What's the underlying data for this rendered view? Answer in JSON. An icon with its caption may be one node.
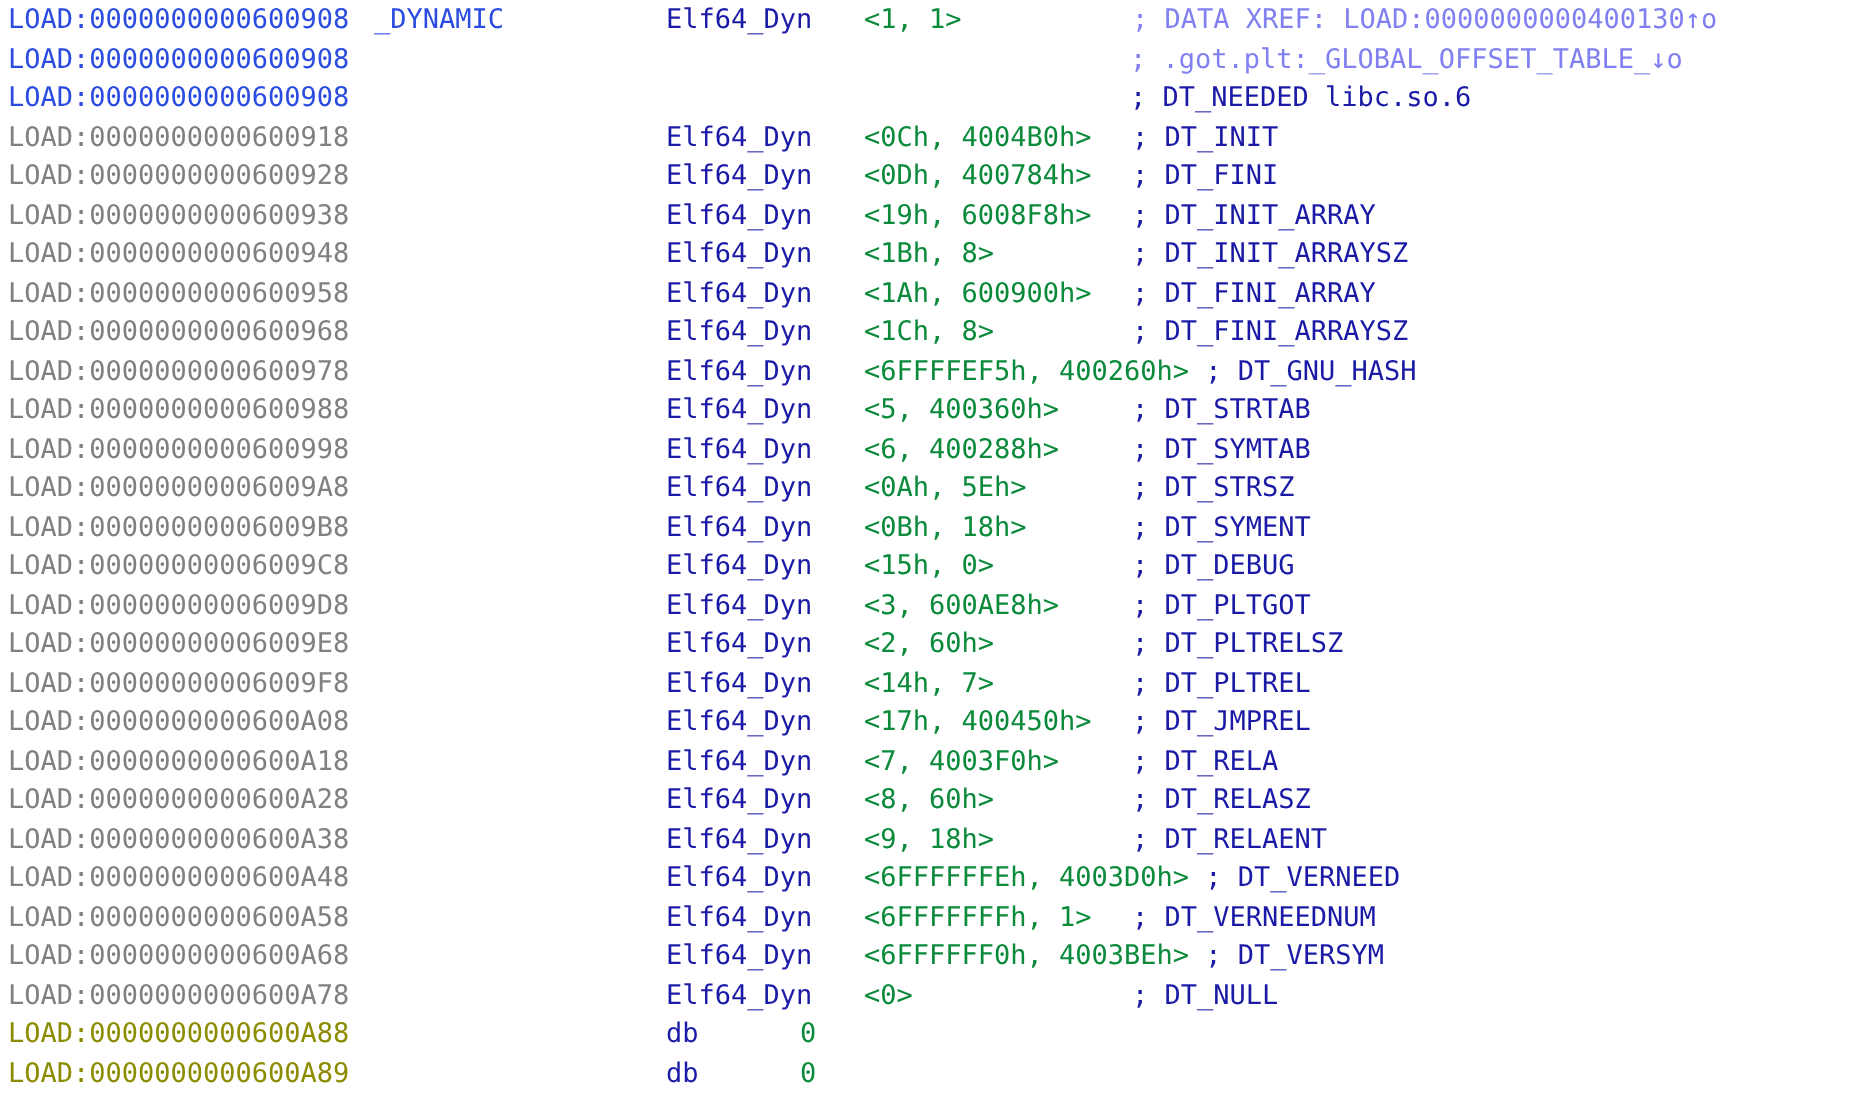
{
  "diagram": {
    "labels": [
      "LOAD:0000000000600908",
      "_DYNAMIC",
      "Elf64_Dyn",
      "<1, 1>",
      "; DATA XREF: LOAD:0000000000400130↑o",
      "LOAD:0000000000600908",
      "; .got.plt:_GLOBAL_OFFSET_TABLE_↓o",
      "LOAD:0000000000600908",
      "; DT_NEEDED libc.so.6",
      "LOAD:0000000000600918",
      "Elf64_Dyn",
      "<0Ch, 4004B0h>",
      "; DT_INIT",
      "LOAD:0000000000600928",
      "Elf64_Dyn",
      "<0Dh, 400784h>",
      "; DT_FINI",
      "LOAD:0000000000600938",
      "Elf64_Dyn",
      "<19h, 6008F8h>",
      "; DT_INIT_ARRAY",
      "LOAD:0000000000600948",
      "Elf64_Dyn",
      "<1Bh, 8>",
      "; DT_INIT_ARRAYSZ",
      "LOAD:0000000000600958",
      "Elf64_Dyn",
      "<1Ah, 600900h>",
      "; DT_FINI_ARRAY",
      "LOAD:0000000000600968",
      "Elf64_Dyn",
      "<1Ch, 8>",
      "; DT_FINI_ARRAYSZ",
      "LOAD:0000000000600978",
      "Elf64_Dyn",
      "<6FFFFEF5h, 400260h>",
      "; DT_GNU_HASH",
      "LOAD:0000000000600988",
      "Elf64_Dyn",
      "<5, 400360h>",
      "; DT_STRTAB",
      "LOAD:0000000000600998",
      "Elf64_Dyn",
      "<6, 400288h>",
      "; DT_SYMTAB",
      "LOAD:00000000006009A8",
      "Elf64_Dyn",
      "<0Ah, 5Eh>",
      "; DT_STRSZ",
      "LOAD:00000000006009B8",
      "Elf64_Dyn",
      "<0Bh, 18h>",
      "; DT_SYMENT",
      "LOAD:00000000006009C8",
      "Elf64_Dyn",
      "<15h, 0>",
      "; DT_DEBUG",
      "LOAD:00000000006009D8",
      "Elf64_Dyn",
      "<3, 600AE8h>",
      "; DT_PLTGOT",
      "LOAD:00000000006009E8",
      "Elf64_Dyn",
      "<2, 60h>",
      "; DT_PLTRELSZ",
      "LOAD:00000000006009F8",
      "Elf64_Dyn",
      "<14h, 7>",
      "; DT_PLTREL",
      "LOAD:0000000000600A08",
      "Elf64_Dyn",
      "<17h, 400450h>",
      "; DT_JMPREL",
      "LOAD:0000000000600A18",
      "Elf64_Dyn",
      "<7, 4003F0h>",
      "; DT_RELA",
      "LOAD:0000000000600A28",
      "Elf64_Dyn",
      "<8, 60h>",
      "; DT_RELASZ",
      "LOAD:0000000000600A38",
      "Elf64_Dyn",
      "<9, 18h>",
      "; DT_RELAENT",
      "LOAD:0000000000600A48",
      "Elf64_Dyn",
      "<6FFFFFFEh, 4003D0h>",
      "; DT_VERNEED",
      "LOAD:0000000000600A58",
      "Elf64_Dyn",
      "<6FFFFFFFh, 1>",
      "; DT_VERNEEDNUM",
      "LOAD:0000000000600A68",
      "Elf64_Dyn",
      "<6FFFFFF0h, 4003BEh>",
      "; DT_VERSYM",
      "LOAD:0000000000600A78",
      "Elf64_Dyn",
      "<0>",
      "; DT_NULL",
      "LOAD:0000000000600A88",
      "db",
      "0",
      "LOAD:0000000000600A89",
      "db",
      "0"
    ]
  }
}
